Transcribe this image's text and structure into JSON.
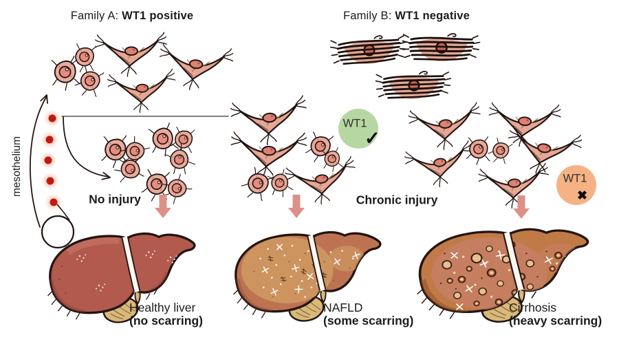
{
  "titles": {
    "family_a": {
      "prefix": "Family A: ",
      "emphasis": "WT1 positive"
    },
    "family_b": {
      "prefix": "Family B: ",
      "emphasis": "WT1 negative"
    }
  },
  "labels": {
    "mesothelium": "mesothelium",
    "no_injury": "No injury",
    "chronic_injury": "Chronic injury"
  },
  "badges": {
    "wt1_positive": {
      "label": "WT1",
      "mark": "✓"
    },
    "wt1_negative": {
      "label": "WT1",
      "mark": "✖"
    }
  },
  "livers": [
    {
      "name": "Healthy liver",
      "qualifier": "(no scarring)"
    },
    {
      "name": "NAFLD",
      "qualifier": "(some scarring)"
    },
    {
      "name": "Cirrhosis",
      "qualifier": "(heavy scarring)"
    }
  ],
  "colors": {
    "badge_positive": "#b7d7a2",
    "badge_negative": "#f5b284",
    "arrow": "#dd9088",
    "mesothelium_dot": "#c2190f",
    "liver_healthy": "#b25a4e",
    "liver_nafld": "#bd7352",
    "liver_cirrhosis": "#c07a46",
    "ink": "#231512"
  }
}
